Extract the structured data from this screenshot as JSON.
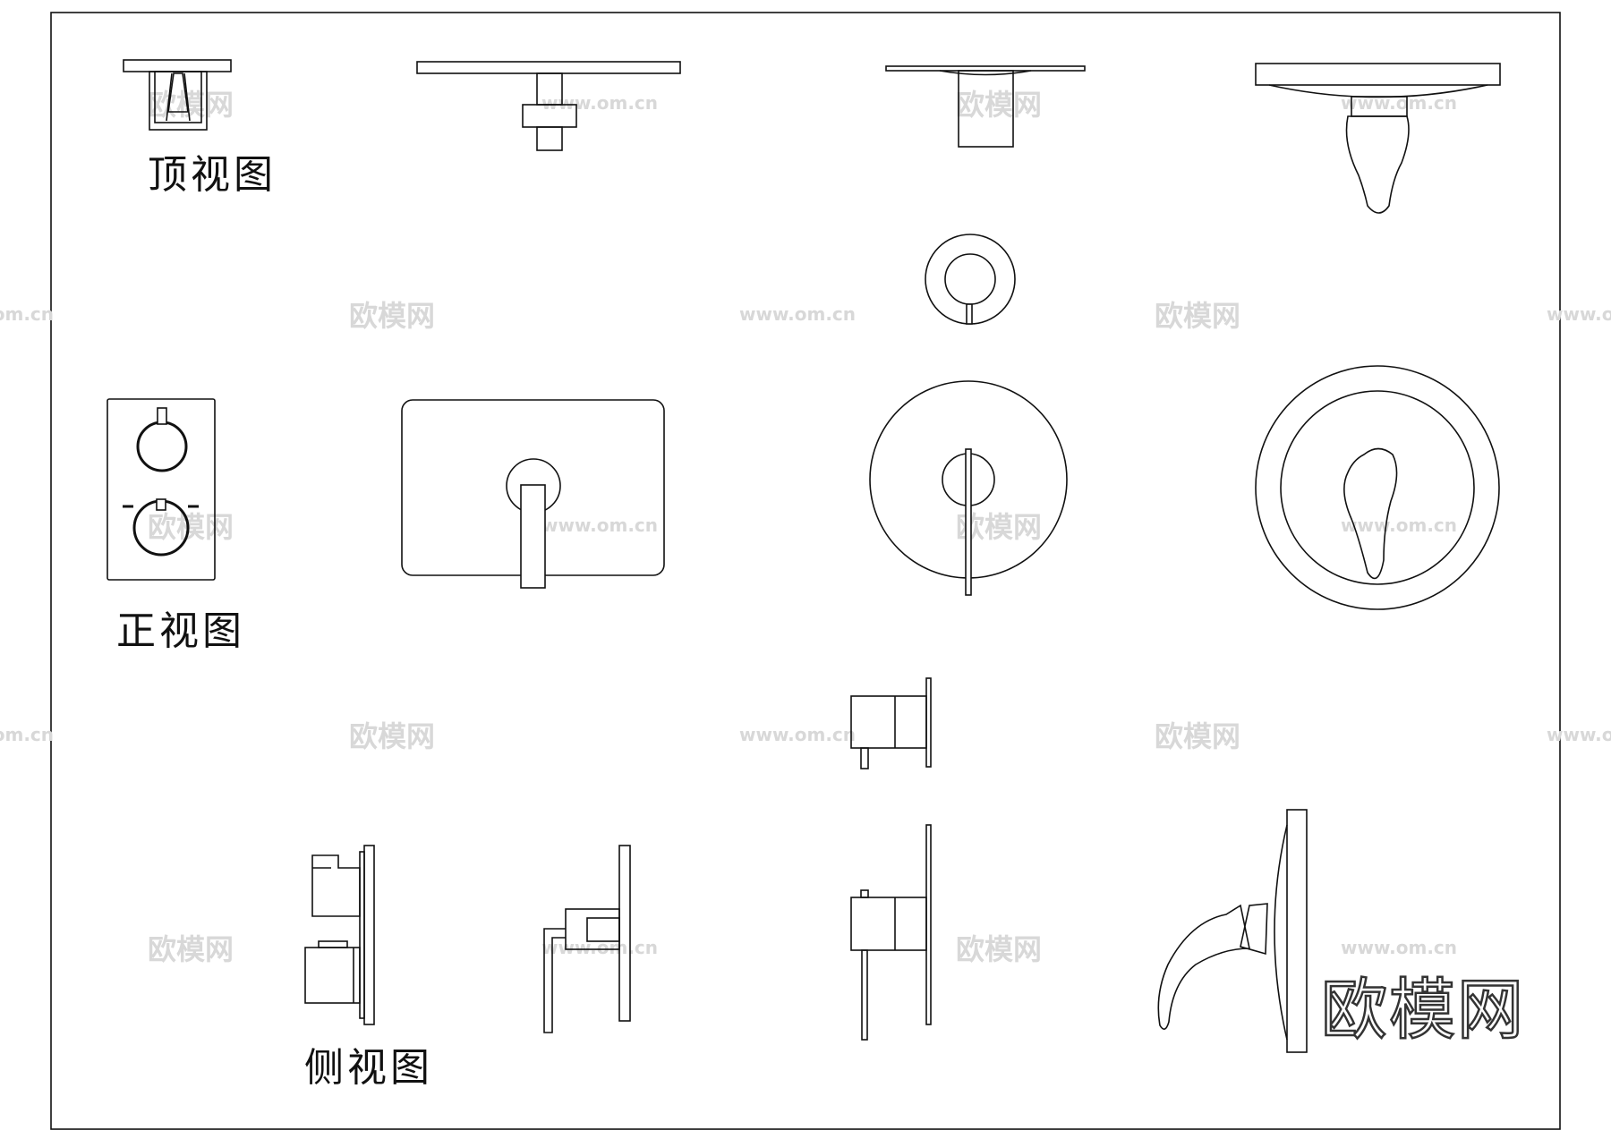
{
  "labels": {
    "top_view": "顶视图",
    "front_view": "正视图",
    "side_view": "侧视图"
  },
  "watermark": {
    "brand": "欧模网",
    "url": "www.om.cn"
  },
  "brand_logo": "欧模网",
  "colors": {
    "line": "#111111",
    "watermark": "#d8d8d8",
    "background": "#ffffff"
  }
}
